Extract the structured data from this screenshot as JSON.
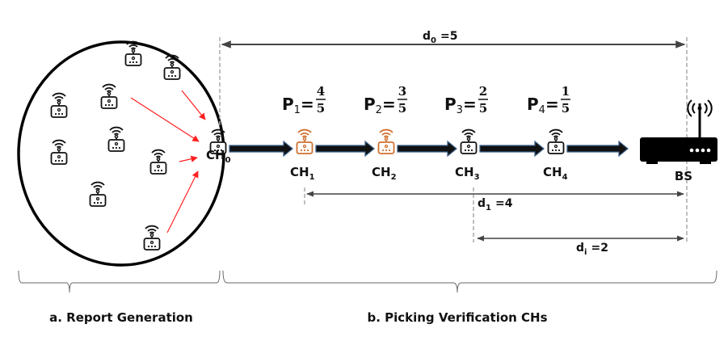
{
  "figure": {
    "cluster_region_label": "a. Report Generation",
    "verification_region_label": "b. Picking Verification CHs"
  },
  "cluster_heads": [
    {
      "id": "CH",
      "sub": "0",
      "color": "#111111",
      "selected": false
    },
    {
      "id": "CH",
      "sub": "1",
      "color": "#d07030",
      "selected": true
    },
    {
      "id": "CH",
      "sub": "2",
      "color": "#d07030",
      "selected": true
    },
    {
      "id": "CH",
      "sub": "3",
      "color": "#111111",
      "selected": false
    },
    {
      "id": "CH",
      "sub": "4",
      "color": "#111111",
      "selected": false
    }
  ],
  "probabilities": [
    {
      "name": "P",
      "sub": "1",
      "numerator": "4",
      "denominator": "5"
    },
    {
      "name": "P",
      "sub": "2",
      "numerator": "3",
      "denominator": "5"
    },
    {
      "name": "P",
      "sub": "3",
      "numerator": "2",
      "denominator": "5"
    },
    {
      "name": "P",
      "sub": "4",
      "numerator": "1",
      "denominator": "5"
    }
  ],
  "base_station": {
    "label": "BS"
  },
  "distances": [
    {
      "name": "d",
      "sub": "0",
      "value": "=5"
    },
    {
      "name": "d",
      "sub": "1",
      "value": "=4"
    },
    {
      "name": "d",
      "sub": "i",
      "value": "=2"
    }
  ],
  "sensor_nodes_count": 10,
  "colors": {
    "report_arrow": "#ff2020",
    "forward_arrow": "#111111",
    "forward_arrow_outline": "#3a5f8a",
    "selected_ch": "#d07030",
    "dimension_line": "#444444",
    "guide_line": "#aaaaaa"
  }
}
